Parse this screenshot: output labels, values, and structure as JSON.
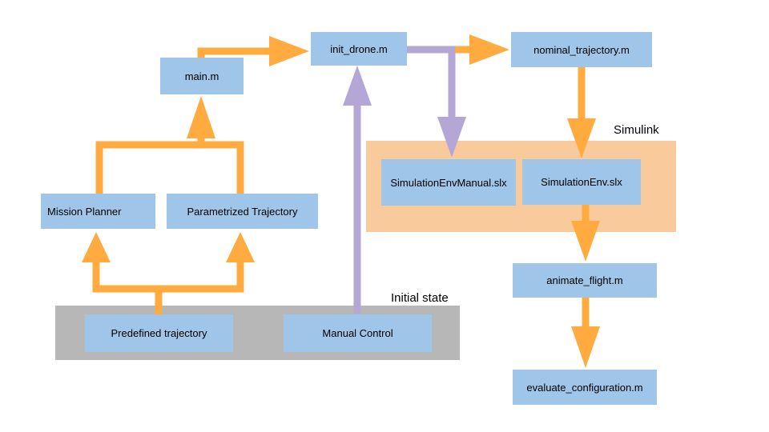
{
  "colors": {
    "box_fill": "#9fc5e8",
    "orange_arrow": "#ffab40",
    "purple_arrow": "#b4a7d6",
    "simulink_group": "#f9cb9c",
    "initial_state_group": "#b7b7b7"
  },
  "groups": {
    "simulink": {
      "label": "Simulink"
    },
    "initial_state": {
      "label": "Initial state"
    }
  },
  "nodes": {
    "main": "main.m",
    "init_drone": "init_drone.m",
    "nominal_trajectory": "nominal_trajectory.m",
    "mission_planner": "Mission Planner",
    "parametrized_trajectory": "Parametrized Trajectory",
    "simulation_env_manual": "SimulationEnvManual.slx",
    "simulation_env": "SimulationEnv.slx",
    "animate_flight": "animate_flight.m",
    "predefined_trajectory": "Predefined trajectory",
    "manual_control": "Manual Control",
    "evaluate_configuration": "evaluate_configuration.m"
  },
  "edges": [
    {
      "from": "predefined_trajectory",
      "to": "mission_planner",
      "color": "orange"
    },
    {
      "from": "predefined_trajectory",
      "to": "parametrized_trajectory",
      "color": "orange"
    },
    {
      "from": "mission_planner",
      "to": "main",
      "color": "orange"
    },
    {
      "from": "parametrized_trajectory",
      "to": "main",
      "color": "orange"
    },
    {
      "from": "main",
      "to": "init_drone",
      "color": "orange"
    },
    {
      "from": "init_drone",
      "to": "nominal_trajectory",
      "color": "orange"
    },
    {
      "from": "nominal_trajectory",
      "to": "simulation_env",
      "color": "orange"
    },
    {
      "from": "simulation_env",
      "to": "animate_flight",
      "color": "orange"
    },
    {
      "from": "animate_flight",
      "to": "evaluate_configuration",
      "color": "orange"
    },
    {
      "from": "manual_control",
      "to": "init_drone",
      "color": "purple"
    },
    {
      "from": "init_drone",
      "to": "simulation_env_manual",
      "color": "purple"
    }
  ]
}
